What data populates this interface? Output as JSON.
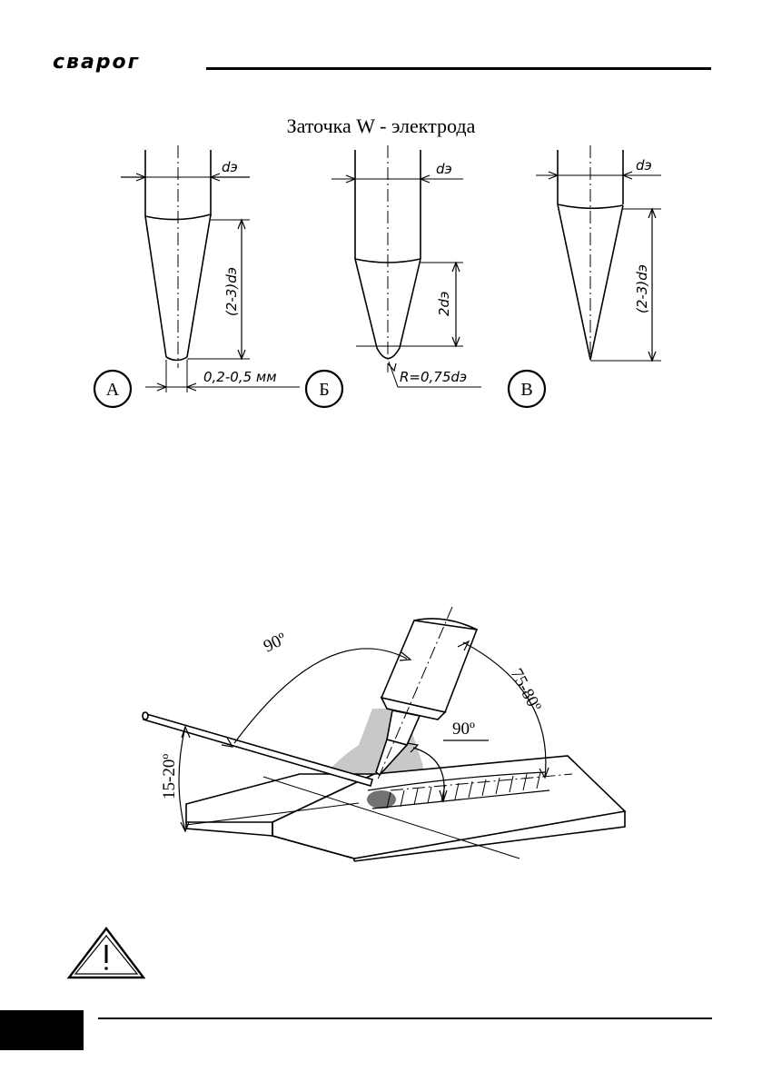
{
  "header": {
    "logo_text": "сварог"
  },
  "figure1": {
    "title": "Заточка W - электрода",
    "diameter_label": "dэ",
    "variants": [
      {
        "letter": "А",
        "length_label": "(2-3)dэ",
        "tip_label": "0,2-0,5 мм"
      },
      {
        "letter": "Б",
        "length_label": "2dэ",
        "tip_label": "R=0,75dэ"
      },
      {
        "letter": "В",
        "length_label": "(2-3)dэ",
        "tip_label": ""
      }
    ]
  },
  "figure2": {
    "angle_top": "90º",
    "angle_torch": "75-80º",
    "angle_tip": "90º",
    "angle_rod": "15-20º"
  },
  "warning": {
    "icon": "warning-triangle-icon"
  },
  "colors": {
    "ink": "#000000",
    "shield_light": "#c8c8c8",
    "shield_dark": "#4a4a4a"
  }
}
